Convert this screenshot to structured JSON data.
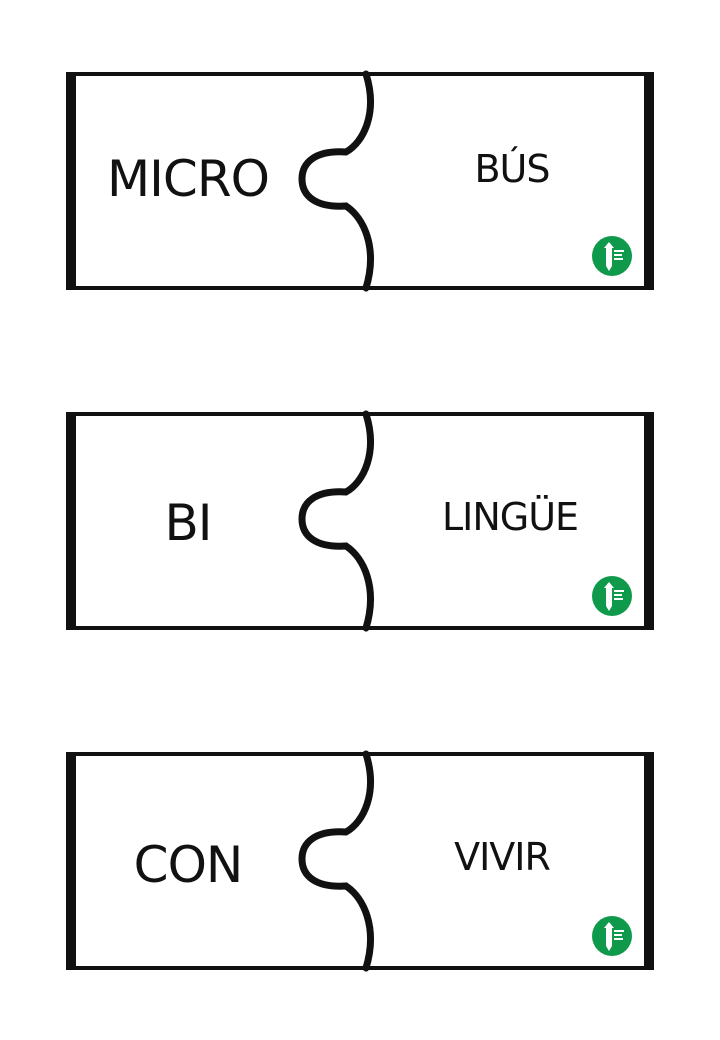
{
  "colors": {
    "ink": "#111111",
    "logo_green": "#0e9a4a"
  },
  "cards": [
    {
      "left": "MICRO",
      "right": "BÚS"
    },
    {
      "left": "BI",
      "right": "LINGÜE"
    },
    {
      "left": "CON",
      "right": "VIVIR"
    }
  ],
  "logo_icon": "pencil-badge-icon"
}
